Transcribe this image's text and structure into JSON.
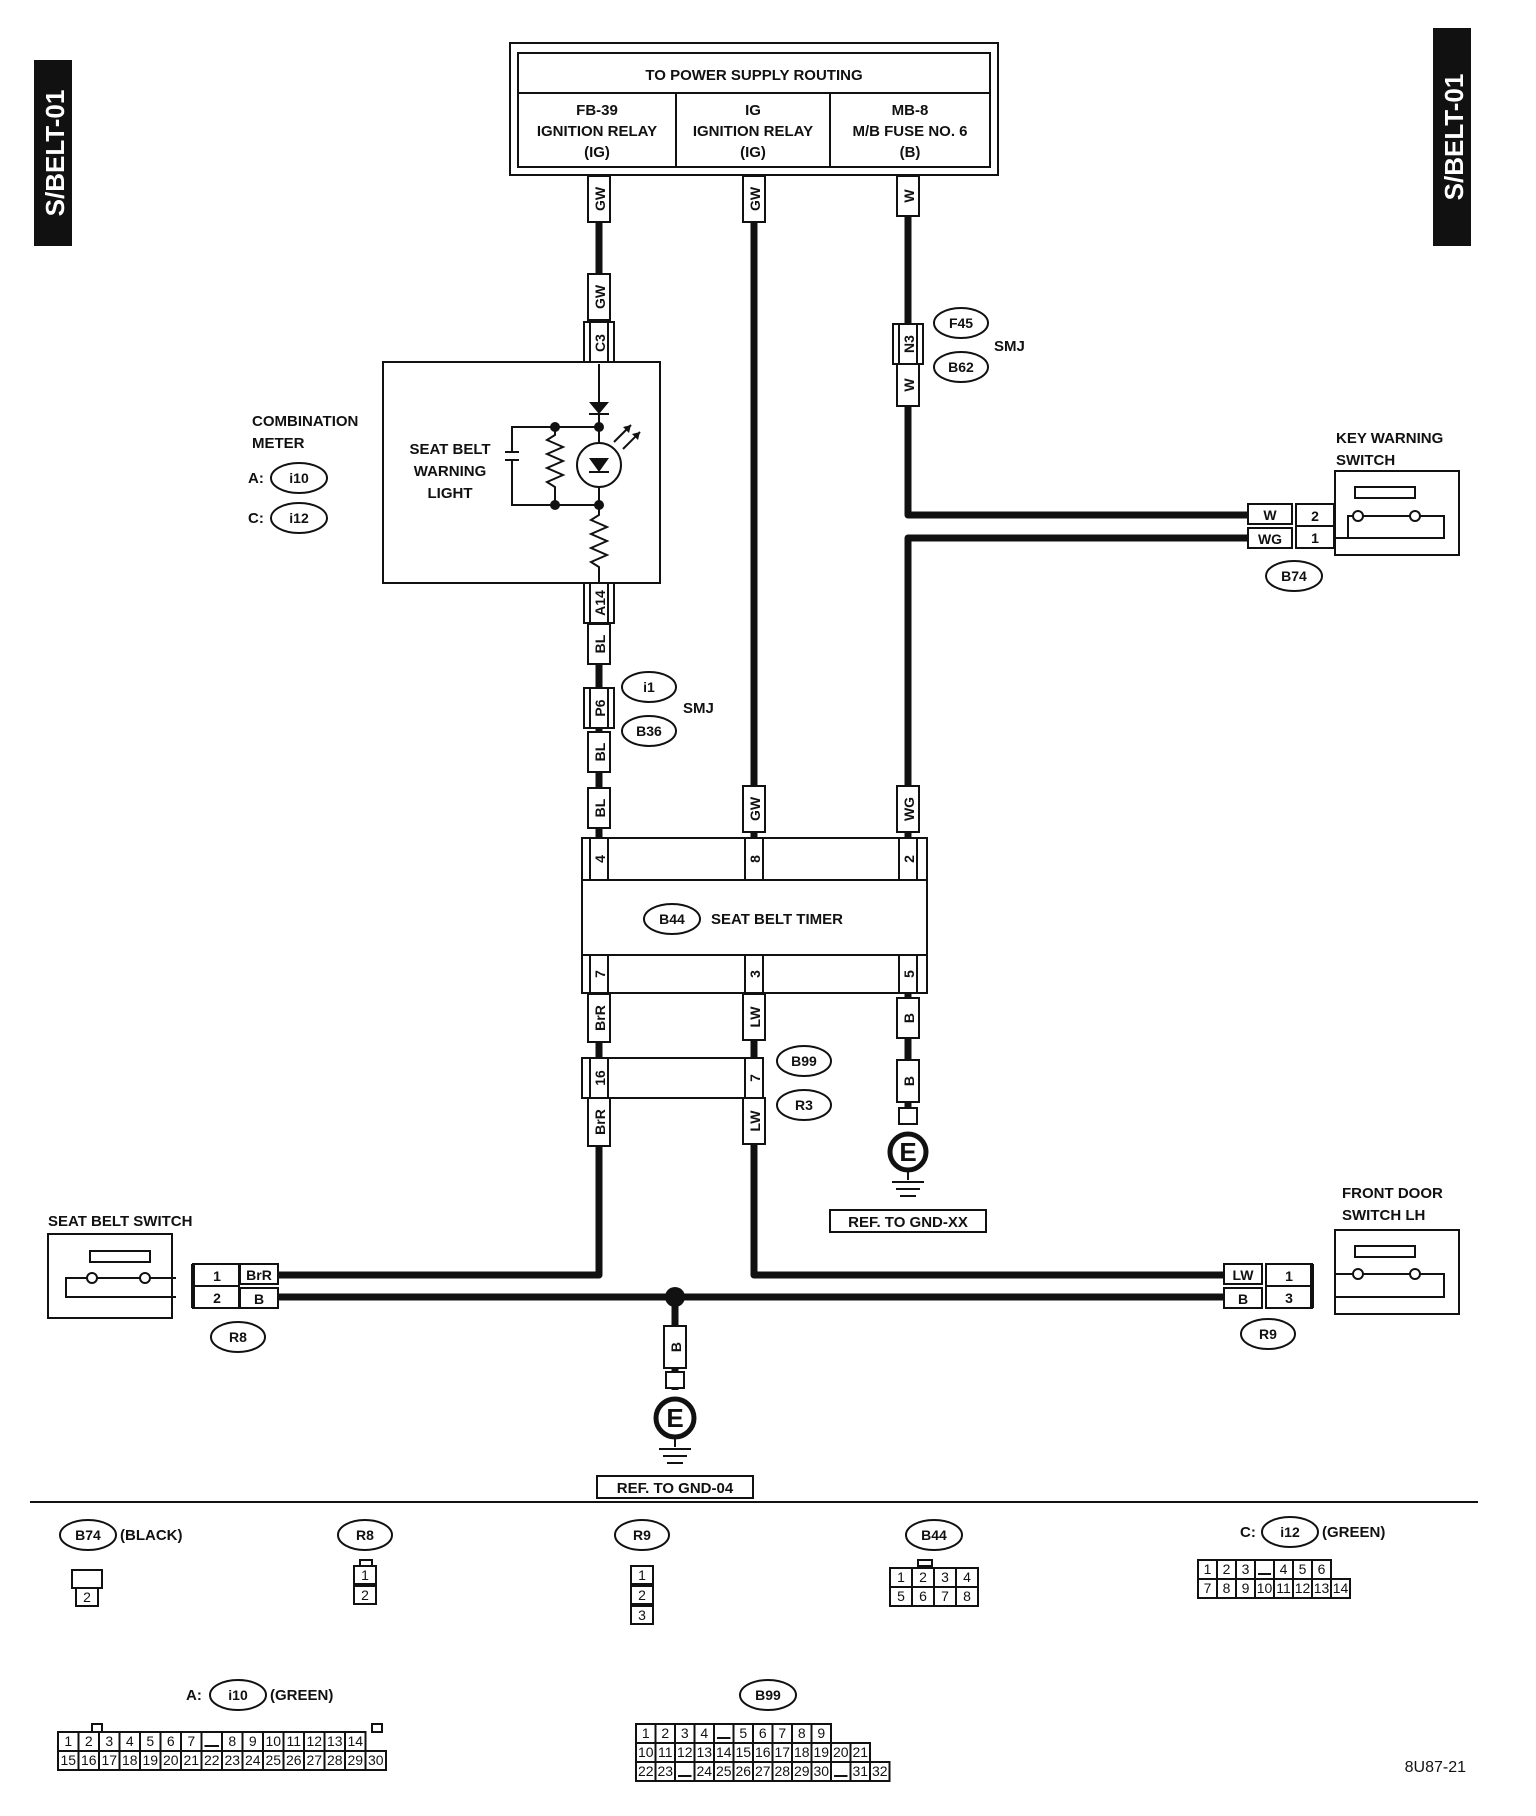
{
  "side_tags": {
    "left": "S/BELT-01",
    "right": "S/BELT-01"
  },
  "power": {
    "title": "TO POWER SUPPLY ROUTING",
    "cols": [
      {
        "l1": "FB-39",
        "l2": "IGNITION RELAY",
        "l3": "(IG)"
      },
      {
        "l1": "IG",
        "l2": "IGNITION RELAY",
        "l3": "(IG)"
      },
      {
        "l1": "MB-8",
        "l2": "M/B FUSE NO. 6",
        "l3": "(B)"
      }
    ]
  },
  "wires": {
    "gw": "GW",
    "w": "W",
    "bl": "BL",
    "wg": "WG",
    "brr": "BrR",
    "lw": "LW",
    "b": "B"
  },
  "pins": {
    "c3": "C3",
    "a14": "A14",
    "p6": "P6",
    "n3": "N3",
    "t4": "4",
    "t8": "8",
    "t2": "2",
    "t7": "7",
    "t3": "3",
    "t5": "5",
    "j16": "16",
    "j7": "7",
    "k2": "2",
    "k1": "1",
    "s1": "1",
    "s2": "2",
    "d1": "1",
    "d3": "3"
  },
  "connectors": {
    "i10": "i10",
    "i12": "i12",
    "i1": "i1",
    "b36": "B36",
    "f45": "F45",
    "b62": "B62",
    "b74": "B74",
    "b44": "B44",
    "b99": "B99",
    "r3": "R3",
    "r8": "R8",
    "r9": "R9"
  },
  "labels": {
    "combination_meter": [
      "COMBINATION",
      "METER"
    ],
    "a_prefix": "A:",
    "c_prefix": "C:",
    "seat_belt_warning_light": [
      "SEAT BELT",
      "WARNING",
      "LIGHT"
    ],
    "smj": "SMJ",
    "key_warning_switch": [
      "KEY WARNING",
      "SWITCH"
    ],
    "seat_belt_timer": "SEAT BELT TIMER",
    "seat_belt_switch": "SEAT BELT SWITCH",
    "front_door_switch": [
      "FRONT DOOR",
      "SWITCH LH"
    ],
    "ground_symbol": "E",
    "ref_gnd_xx": "REF. TO GND-XX",
    "ref_gnd_04": "REF. TO GND-04"
  },
  "legend": {
    "b74": {
      "id": "B74",
      "color": "(BLACK)",
      "pins": [
        "2"
      ]
    },
    "r8": {
      "id": "R8",
      "pins": [
        "1",
        "2"
      ]
    },
    "r9": {
      "id": "R9",
      "pins": [
        "1",
        "2",
        "3"
      ]
    },
    "b44": {
      "id": "B44",
      "rows": [
        [
          "1",
          "2",
          "3",
          "4"
        ],
        [
          "5",
          "6",
          "7",
          "8"
        ]
      ]
    },
    "i12": {
      "prefix": "C:",
      "id": "i12",
      "color": "(GREEN)",
      "rows": [
        [
          "1",
          "2",
          "3",
          "",
          "4",
          "5",
          "6"
        ],
        [
          "7",
          "8",
          "9",
          "10",
          "11",
          "12",
          "13",
          "14"
        ]
      ]
    },
    "i10": {
      "prefix": "A:",
      "id": "i10",
      "color": "(GREEN)",
      "rows": [
        [
          "1",
          "2",
          "3",
          "4",
          "5",
          "6",
          "7",
          "",
          "8",
          "9",
          "10",
          "11",
          "12",
          "13",
          "14"
        ],
        [
          "15",
          "16",
          "17",
          "18",
          "19",
          "20",
          "21",
          "22",
          "23",
          "24",
          "25",
          "26",
          "27",
          "28",
          "29",
          "30"
        ]
      ]
    },
    "b99": {
      "id": "B99",
      "rows": [
        [
          "1",
          "2",
          "3",
          "4",
          "",
          "5",
          "6",
          "7",
          "8",
          "9"
        ],
        [
          "10",
          "11",
          "12",
          "13",
          "14",
          "15",
          "16",
          "17",
          "18",
          "19",
          "20",
          "21"
        ],
        [
          "22",
          "23",
          "",
          "24",
          "25",
          "26",
          "27",
          "28",
          "29",
          "30",
          "",
          "31",
          "32"
        ]
      ]
    }
  },
  "figure_code": "8U87-21"
}
